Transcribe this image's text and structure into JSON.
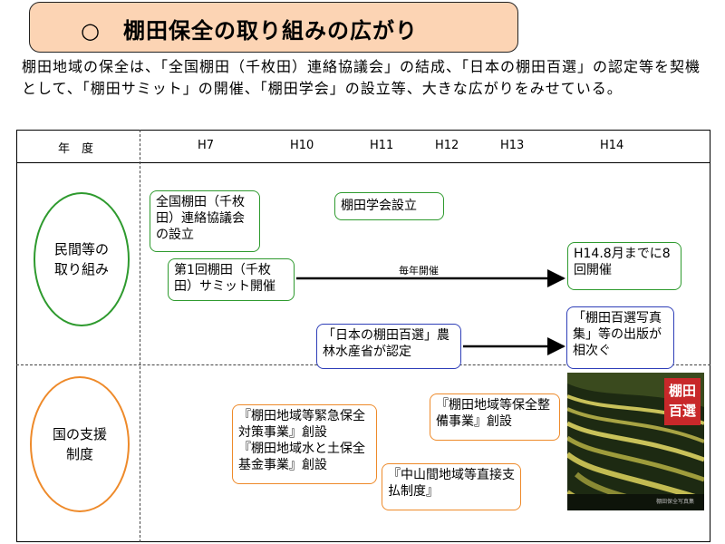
{
  "title": "○　棚田保全の取り組みの広がり",
  "intro": "棚田地域の保全は、「全国棚田（千枚田）連絡協議会」の結成、「日本の棚田百選」の認定等を契機として、「棚田サミット」の開催、「棚田学会」の設立等、大きな広がりをみせている。",
  "header": {
    "year_label": "年　度",
    "years": [
      "H7",
      "H10",
      "H11",
      "H12",
      "H13",
      "H14"
    ]
  },
  "rows": {
    "private": "民間等の取り組み",
    "national": "国の支援制度"
  },
  "boxes": {
    "council": "全国棚田（千枚田）連絡協議会の設立",
    "gakkai": "棚田学会設立",
    "summit": "第1回棚田（千枚田）サミット開催",
    "h14_summit": "H14.8月までに8回開催",
    "hyakusen": "「日本の棚田百選」農林水産省が認定",
    "photo_books": "「棚田百選写真集」等の出版が相次ぐ",
    "emergency": "『棚田地域等緊急保全対策事業』創設",
    "water_soil": "『棚田地域水と土保全基金事業』創設",
    "maintenance": "『棚田地域等保全整備事業』創設",
    "direct_payment": "『中山間地域等直接支払制度』"
  },
  "arrow_label": "毎年開催",
  "photo": {
    "badge_line1": "棚田",
    "badge_line2": "百選",
    "caption": "棚田保全写真集"
  },
  "colors": {
    "title_bg": "#fcd4b4",
    "green": "#2e9a2e",
    "blue": "#2e3eb8",
    "orange": "#ee8a2a"
  }
}
